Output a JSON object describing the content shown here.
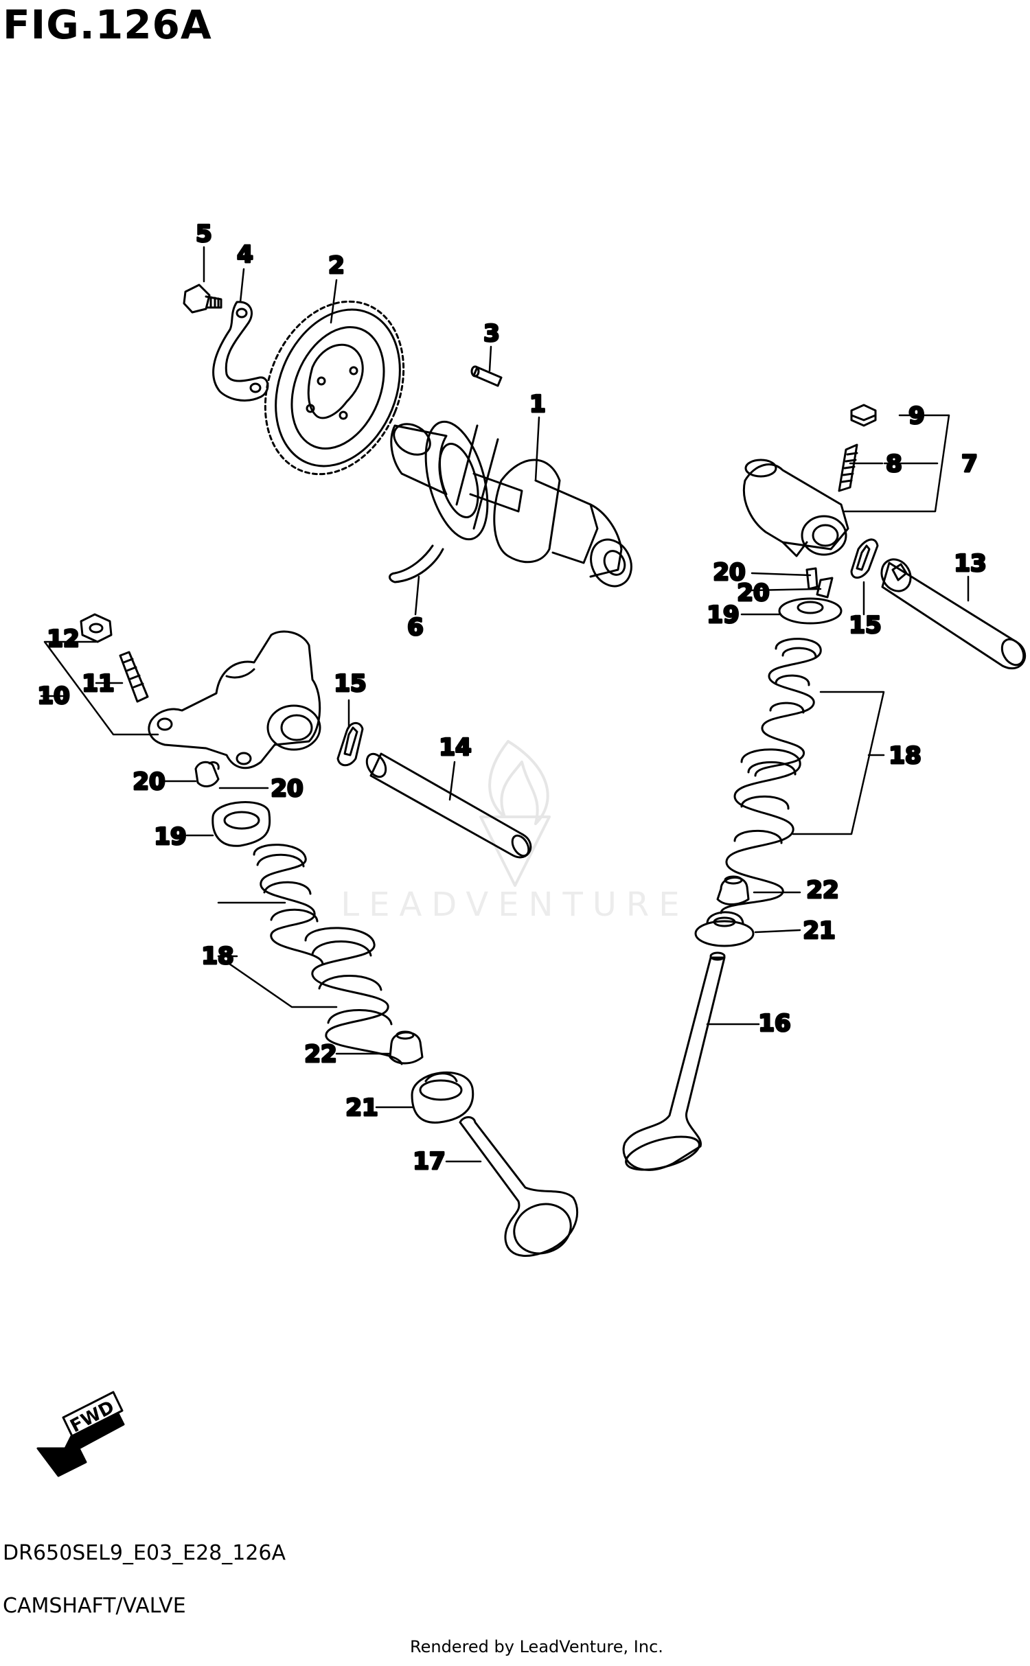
{
  "header": {
    "figure_title": "FIG.126A"
  },
  "footer": {
    "model_code": "DR650SEL9_E03_E28_126A",
    "section_title": "CAMSHAFT/VALVE",
    "credit": "Rendered by LeadVenture, Inc."
  },
  "watermark": "LEADVENTURE",
  "fwd_indicator": {
    "label": "FWD"
  },
  "callouts": {
    "c1": "1",
    "c2": "2",
    "c3": "3",
    "c4": "4",
    "c5": "5",
    "c6": "6",
    "c7": "7",
    "c8": "8",
    "c9": "9",
    "c10": "10",
    "c11": "11",
    "c12": "12",
    "c13": "13",
    "c14": "14",
    "c15a": "15",
    "c15b": "15",
    "c16": "16",
    "c17": "17",
    "c18a": "18",
    "c18b": "18",
    "c19a": "19",
    "c19b": "19",
    "c20a": "20",
    "c20b": "20",
    "c20c": "20",
    "c20d": "20",
    "c21a": "21",
    "c21b": "21",
    "c22a": "22",
    "c22b": "22"
  }
}
